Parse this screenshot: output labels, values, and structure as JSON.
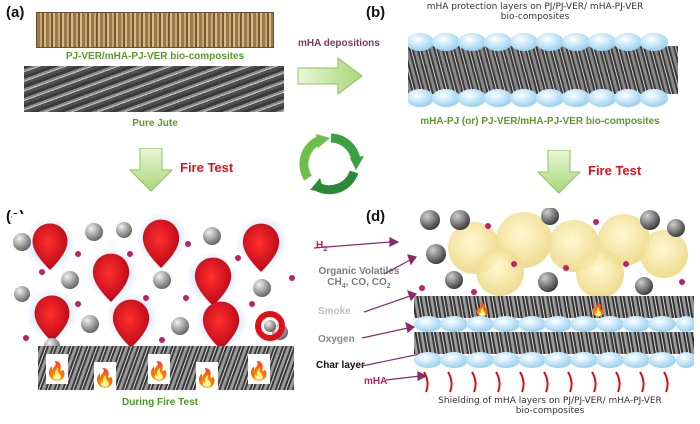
{
  "panels": {
    "a": "(a)",
    "b": "(b)",
    "c": "(c)",
    "d": "(d)"
  },
  "a": {
    "composite_label": "PJ-VER/mHA-PJ-VER bio-composites",
    "jute_label": "Pure Jute"
  },
  "b": {
    "protection_label": "mHA protection layers on PJ/PJ-VER/ mHA-PJ-VER bio-composites",
    "bottom_label": "mHA-PJ (or) PJ-VER/mHA-PJ-VER bio-composites"
  },
  "arrows": {
    "deposition": "mHA depositions",
    "fire_test_left": "Fire Test",
    "fire_test_right": "Fire Test"
  },
  "c": {
    "caption": "During Fire Test"
  },
  "legend": {
    "h2": "H",
    "h2_sub": "2",
    "volatiles_line1": "Organic Volatiles",
    "volatiles_line2_a": "CH",
    "volatiles_line2_b": "4",
    "volatiles_line2_c": ", CO, CO",
    "volatiles_line2_d": "2",
    "smoke": "Smoke",
    "oxygen": "Oxygen",
    "char": "Char layer",
    "mha": "mHA"
  },
  "d": {
    "caption": "Shielding of mHA layers on PJ/PJ-VER/ mHA-PJ-VER bio-composites"
  },
  "colors": {
    "flame_red": "#e0101a",
    "green_text": "#5a9a2a",
    "magenta_dot": "#c02068",
    "arrow_green": "#a8d878",
    "mha_blue": "#cfe8f8"
  }
}
